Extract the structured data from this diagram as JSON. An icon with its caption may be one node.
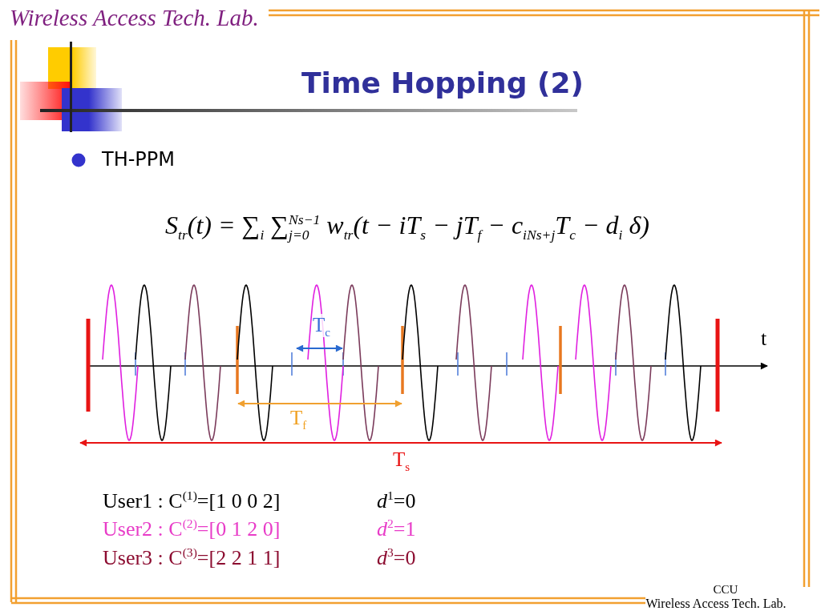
{
  "diagram": {
    "title": "Time Hopping (2)",
    "labels": [
      "Wireless Access Tech. Lab.",
      "TH-PPM",
      "S$_{tr}$(t) = ∑$_{i}$ ∑$_{j=0}$$^{Ns−1}$ w$_{tr}$(t − iT$_{s}$ − jT$_{f}$ − c$_{iNs+j}$T$_{c}$ − d$_{i}$ δ)",
      "T$_{c}$",
      "t",
      "T$_{f}$",
      "T$_{s}$",
      "User1 : C$^{(1)}$=[1 0 0 2]",
      "*d*$^{1}$=0",
      "User2 : C$^{(2)}$=[0 1 2 0]",
      "*d*$^{2}$=1",
      "User3 : C$^{(3)}$=[2 2 1 1]",
      "*d*$^{3}$=0",
      "CCU",
      "Wireless Access Tech. Lab."
    ]
  }
}
